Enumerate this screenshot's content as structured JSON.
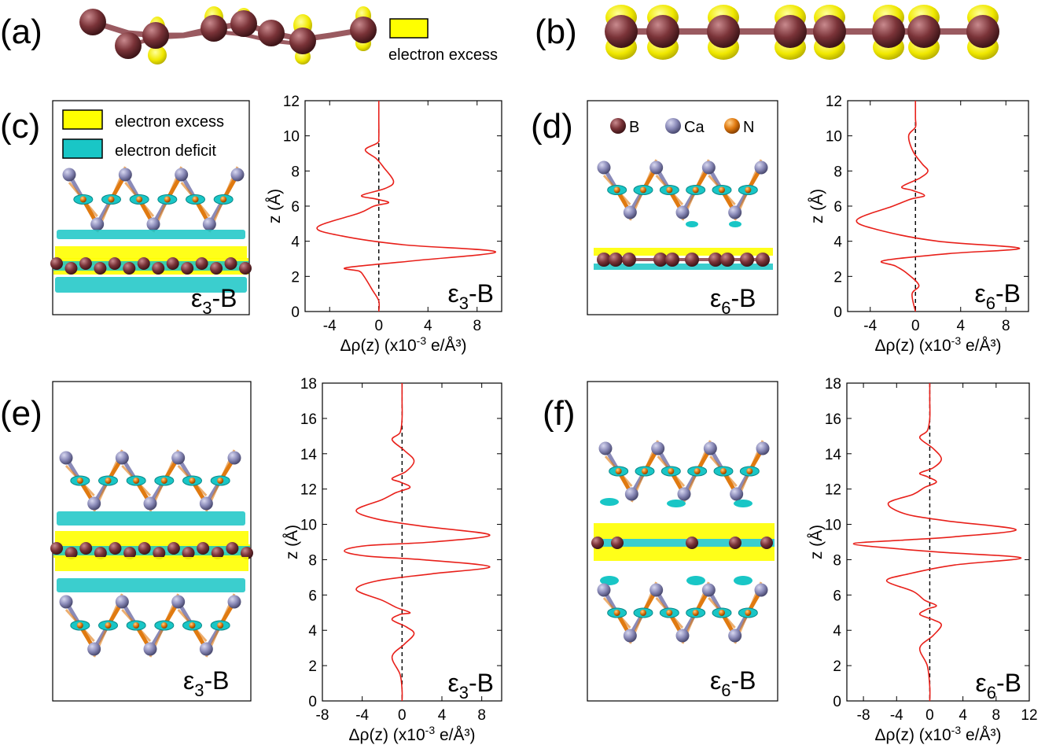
{
  "figure": {
    "panels": {
      "a": {
        "label": "(a)",
        "legend": {
          "swatch_color": "#ffff00",
          "text": "electron excess"
        }
      },
      "b": {
        "label": "(b)"
      },
      "c": {
        "label": "(c)",
        "structure_label_main": "ε",
        "structure_label_sub": "3",
        "structure_label_suffix": "-B",
        "legend": [
          {
            "color": "#ffff00",
            "text": "electron excess"
          },
          {
            "color": "#19c6c6",
            "text": "electron deficit"
          }
        ]
      },
      "d": {
        "label": "(d)",
        "structure_label_main": "ε",
        "structure_label_sub": "6",
        "structure_label_suffix": "-B",
        "atoms": [
          {
            "symbol": "B",
            "color": "#7a3338"
          },
          {
            "symbol": "Ca",
            "color": "#8a8ab8"
          },
          {
            "symbol": "N",
            "color": "#e07a10"
          }
        ]
      },
      "e": {
        "label": "(e)",
        "structure_label_main": "ε",
        "structure_label_sub": "3",
        "structure_label_suffix": "-B"
      },
      "f": {
        "label": "(f)",
        "structure_label_main": "ε",
        "structure_label_sub": "6",
        "structure_label_suffix": "-B"
      }
    },
    "colors": {
      "excess": "#ffff00",
      "deficit": "#19c6c6",
      "boron": "#7a3338",
      "calcium": "#8a8ab8",
      "nitrogen": "#e07a10",
      "curve": "#e8201a"
    }
  },
  "chart_data": [
    {
      "id": "c",
      "type": "line",
      "xlabel_pre": "Δρ(z) (x10",
      "xlabel_sup": "-3",
      "xlabel_post": " e/Å³)",
      "ylabel": "z (Å)",
      "xlim": [
        -6,
        10
      ],
      "ylim": [
        0,
        12
      ],
      "xticks": [
        -4,
        0,
        4,
        8
      ],
      "yticks": [
        0,
        2,
        4,
        6,
        8,
        10,
        12
      ],
      "corner_main": "ε",
      "corner_sub": "3",
      "corner_suffix": "-B",
      "zero_line": true,
      "series": [
        {
          "x": [
            0,
            0,
            0,
            -0.1,
            -1.1,
            -0.2,
            0.4,
            1.2,
            0.5,
            -1.4,
            -0.2,
            0.8,
            -0.4,
            -1.6,
            -5.0,
            -3.0,
            2.0,
            9.5,
            3.0,
            -2.6,
            -1.6,
            -1.2,
            -0.5,
            0,
            0
          ],
          "y": [
            12,
            11,
            9.9,
            9.6,
            9.2,
            8.7,
            8.2,
            7.4,
            7.0,
            6.6,
            6.4,
            6.2,
            6.0,
            5.6,
            4.8,
            4.3,
            3.8,
            3.4,
            2.9,
            2.5,
            2.3,
            2.0,
            1.2,
            0.6,
            0
          ]
        }
      ]
    },
    {
      "id": "d",
      "type": "line",
      "xlabel_pre": "Δρ(z) (x10",
      "xlabel_sup": "-3",
      "xlabel_post": " e/Å³)",
      "ylabel": "z (Å)",
      "xlim": [
        -6,
        10
      ],
      "ylim": [
        0,
        12
      ],
      "xticks": [
        -4,
        0,
        4,
        8
      ],
      "yticks": [
        0,
        2,
        4,
        6,
        8,
        10,
        12
      ],
      "corner_main": "ε",
      "corner_sub": "6",
      "corner_suffix": "-B",
      "zero_line": true,
      "series": [
        {
          "x": [
            0,
            0,
            0,
            -0.6,
            -0.2,
            0.6,
            1.1,
            0.4,
            -1.2,
            -0.3,
            0.8,
            -0.4,
            -2.0,
            -5.2,
            -3.0,
            2.0,
            9.2,
            3.0,
            -2.8,
            -1.8,
            -0.8,
            0.3,
            -0.3,
            0
          ],
          "y": [
            12,
            11,
            10.5,
            10.0,
            9.1,
            8.4,
            8.0,
            7.6,
            7.1,
            6.9,
            6.6,
            6.4,
            6.0,
            5.2,
            4.6,
            4.0,
            3.6,
            3.3,
            2.9,
            2.6,
            2.2,
            1.5,
            1.0,
            0
          ]
        }
      ]
    },
    {
      "id": "e",
      "type": "line",
      "xlabel_pre": "Δρ(z) (x10",
      "xlabel_sup": "-3",
      "xlabel_post": " e/Å³)",
      "ylabel": "z (Å)",
      "xlim": [
        -8,
        10
      ],
      "ylim": [
        0,
        18
      ],
      "xticks": [
        -8,
        -4,
        0,
        4,
        8
      ],
      "yticks": [
        0,
        2,
        4,
        6,
        8,
        10,
        12,
        14,
        16,
        18
      ],
      "corner_main": "ε",
      "corner_sub": "3",
      "corner_suffix": "-B",
      "zero_line": true,
      "series": [
        {
          "x": [
            0,
            0,
            0,
            -0.2,
            -1.0,
            0.2,
            1.2,
            0.4,
            -1.0,
            -0.2,
            0.8,
            -0.6,
            -2.0,
            -4.6,
            -2.5,
            2.0,
            8.8,
            3.0,
            -3.5,
            -5.8,
            -3.5,
            2.0,
            8.8,
            3.0,
            -2.5,
            -4.6,
            -2.0,
            -0.6,
            0.8,
            -0.2,
            -1.0,
            0.4,
            1.2,
            0.2,
            -1.0,
            -0.2,
            0,
            0
          ],
          "y": [
            18,
            17,
            16,
            15.2,
            14.8,
            14.2,
            13.6,
            13.0,
            12.6,
            12.4,
            12.1,
            11.8,
            11.4,
            10.8,
            10.3,
            9.9,
            9.4,
            9.0,
            8.8,
            8.5,
            8.2,
            8.0,
            7.6,
            7.2,
            6.8,
            6.3,
            5.7,
            5.3,
            5.0,
            4.9,
            4.6,
            4.2,
            3.8,
            3.2,
            2.5,
            1.5,
            0.6,
            0
          ]
        }
      ]
    },
    {
      "id": "f",
      "type": "line",
      "xlabel_pre": "Δρ(z) (x10",
      "xlabel_sup": "-3",
      "xlabel_post": " e/Å³)",
      "ylabel": "z (Å)",
      "xlim": [
        -10,
        12
      ],
      "ylim": [
        0,
        18
      ],
      "xticks": [
        -8,
        -4,
        0,
        4,
        8,
        12
      ],
      "yticks": [
        0,
        2,
        4,
        6,
        8,
        10,
        12,
        14,
        16,
        18
      ],
      "corner_main": "ε",
      "corner_sub": "6",
      "corner_suffix": "-B",
      "zero_line": true,
      "series": [
        {
          "x": [
            0,
            0,
            0,
            -0.3,
            -1.2,
            0.4,
            1.4,
            0.4,
            -1.2,
            -0.3,
            0.8,
            -0.6,
            -2.0,
            -5.0,
            -3.0,
            2.0,
            10.4,
            3.0,
            -3.5,
            -9.2,
            -3.5,
            2.0,
            11.0,
            3.0,
            -2.5,
            -5.2,
            -2.0,
            -0.6,
            0.8,
            -0.3,
            -1.2,
            0.4,
            1.4,
            0.4,
            -1.2,
            -0.3,
            0,
            0
          ],
          "y": [
            18,
            17,
            16,
            15.3,
            14.9,
            14.3,
            13.7,
            13.2,
            12.9,
            12.7,
            12.4,
            12.1,
            11.7,
            11.2,
            10.6,
            10.2,
            9.7,
            9.3,
            9.1,
            8.9,
            8.6,
            8.4,
            8.1,
            7.7,
            7.2,
            6.8,
            6.2,
            5.7,
            5.4,
            5.2,
            4.9,
            4.6,
            4.3,
            3.7,
            3.0,
            2.0,
            0.8,
            0
          ]
        }
      ]
    }
  ]
}
